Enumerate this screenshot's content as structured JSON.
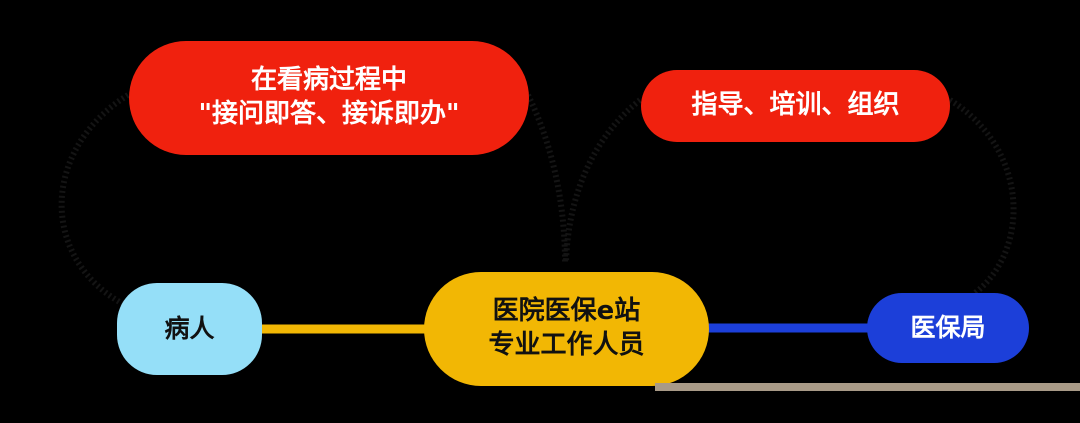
{
  "diagram": {
    "nodes": {
      "consult": {
        "lines": [
          "在看病过程中",
          "\"接问即答、接诉即办\""
        ],
        "color": "#f0210e"
      },
      "guidance": {
        "lines": [
          "指导、培训、组织"
        ],
        "color": "#f0210e"
      },
      "patient": {
        "lines": [
          "病人"
        ],
        "color": "#95dff8"
      },
      "hospital_staff": {
        "lines": [
          "医院医保e站",
          "专业工作人员"
        ],
        "color": "#f2b704"
      },
      "insurance_bureau": {
        "lines": [
          "医保局"
        ],
        "color": "#1c3fd9"
      }
    },
    "edges": [
      {
        "from": "patient",
        "to": "hospital_staff",
        "color": "#f2b704"
      },
      {
        "from": "hospital_staff",
        "to": "insurance_bureau",
        "color": "#1c3fd9"
      },
      {
        "from": "consult",
        "to": "patient",
        "style": "curved-dark"
      },
      {
        "from": "consult",
        "to": "hospital_staff",
        "style": "curved-dark"
      },
      {
        "from": "guidance",
        "to": "hospital_staff",
        "style": "curved-dark"
      },
      {
        "from": "guidance",
        "to": "insurance_bureau",
        "style": "curved-dark"
      }
    ]
  }
}
